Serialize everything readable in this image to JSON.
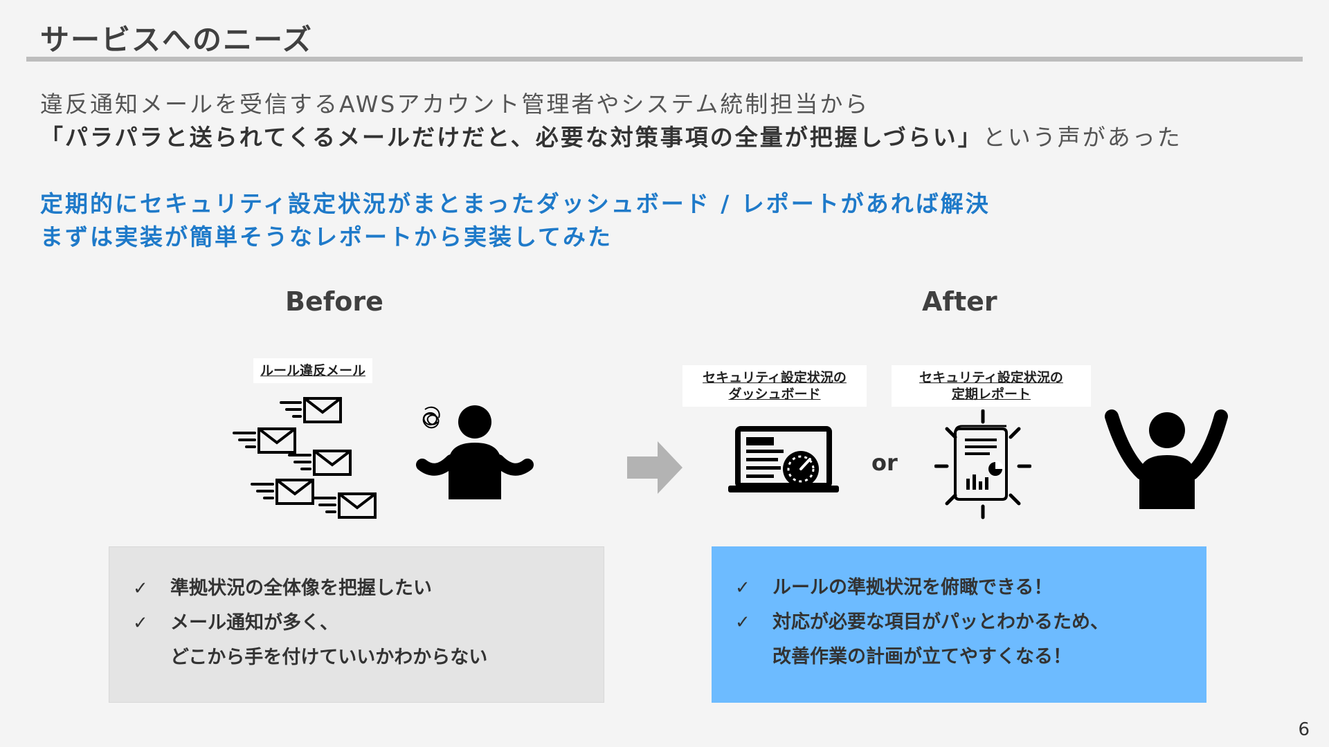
{
  "title": "サービスへのニーズ",
  "intro": {
    "line1": "違反通知メールを受信するAWSアカウント管理者やシステム統制担当から",
    "line2_strong": "「パラパラと送られてくるメールだけだと、必要な対策事項の全量が把握しづらい」",
    "line2_tail": "という声があった"
  },
  "highlight": {
    "line1": "定期的にセキュリティ設定状況がまとまったダッシュボード / レポートがあれば解決",
    "line2": "まずは実装が簡単そうなレポートから実装してみた"
  },
  "before": {
    "heading": "Before",
    "tag": "ルール違反メール",
    "items": [
      {
        "check": "✓",
        "lines": [
          "準拠状況の全体像を把握したい"
        ]
      },
      {
        "check": "✓",
        "lines": [
          "メール通知が多く、",
          "どこから手を付けていいかわからない"
        ]
      }
    ]
  },
  "after": {
    "heading": "After",
    "tag_dashboard": [
      "セキュリティ設定状況の",
      "ダッシュボード"
    ],
    "tag_report": [
      "セキュリティ設定状況の",
      "定期レポート"
    ],
    "or_label": "or",
    "items": [
      {
        "check": "✓",
        "lines": [
          "ルールの準拠状況を俯瞰できる！"
        ]
      },
      {
        "check": "✓",
        "lines": [
          "対応が必要な項目がパッとわかるため、",
          "改善作業の計画が立てやすくなる！"
        ]
      }
    ]
  },
  "page_number": "6",
  "colors": {
    "accent_blue": "#1f7ac9",
    "after_box": "#6dbbff",
    "before_box": "#e4e4e4",
    "arrow": "#b3b3b3"
  },
  "icons": {
    "mail": "envelope-icon",
    "person_before": "confused-person-icon",
    "arrow": "right-arrow-icon",
    "dashboard": "laptop-dashboard-icon",
    "report": "report-document-icon",
    "person_after": "celebrating-person-icon"
  }
}
